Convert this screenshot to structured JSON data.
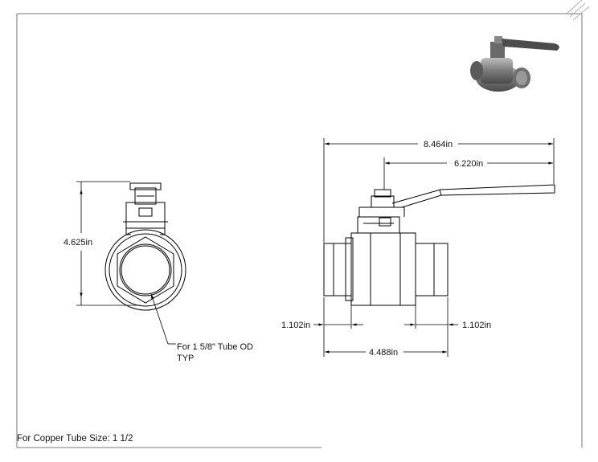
{
  "dimensions": {
    "overall_length": "8.464in",
    "handle_reach": "6.220in",
    "height": "4.625in",
    "left_socket": "1.102in",
    "right_socket": "1.102in",
    "body_length": "4.488in"
  },
  "callout": {
    "line1": "For 1 5/8\" Tube OD",
    "line2": "TYP"
  },
  "footer": {
    "copper_tube_size": "For Copper Tube Size: 1 1/2"
  },
  "colors": {
    "line": "#000000",
    "render_body": "#8a8a8a"
  }
}
